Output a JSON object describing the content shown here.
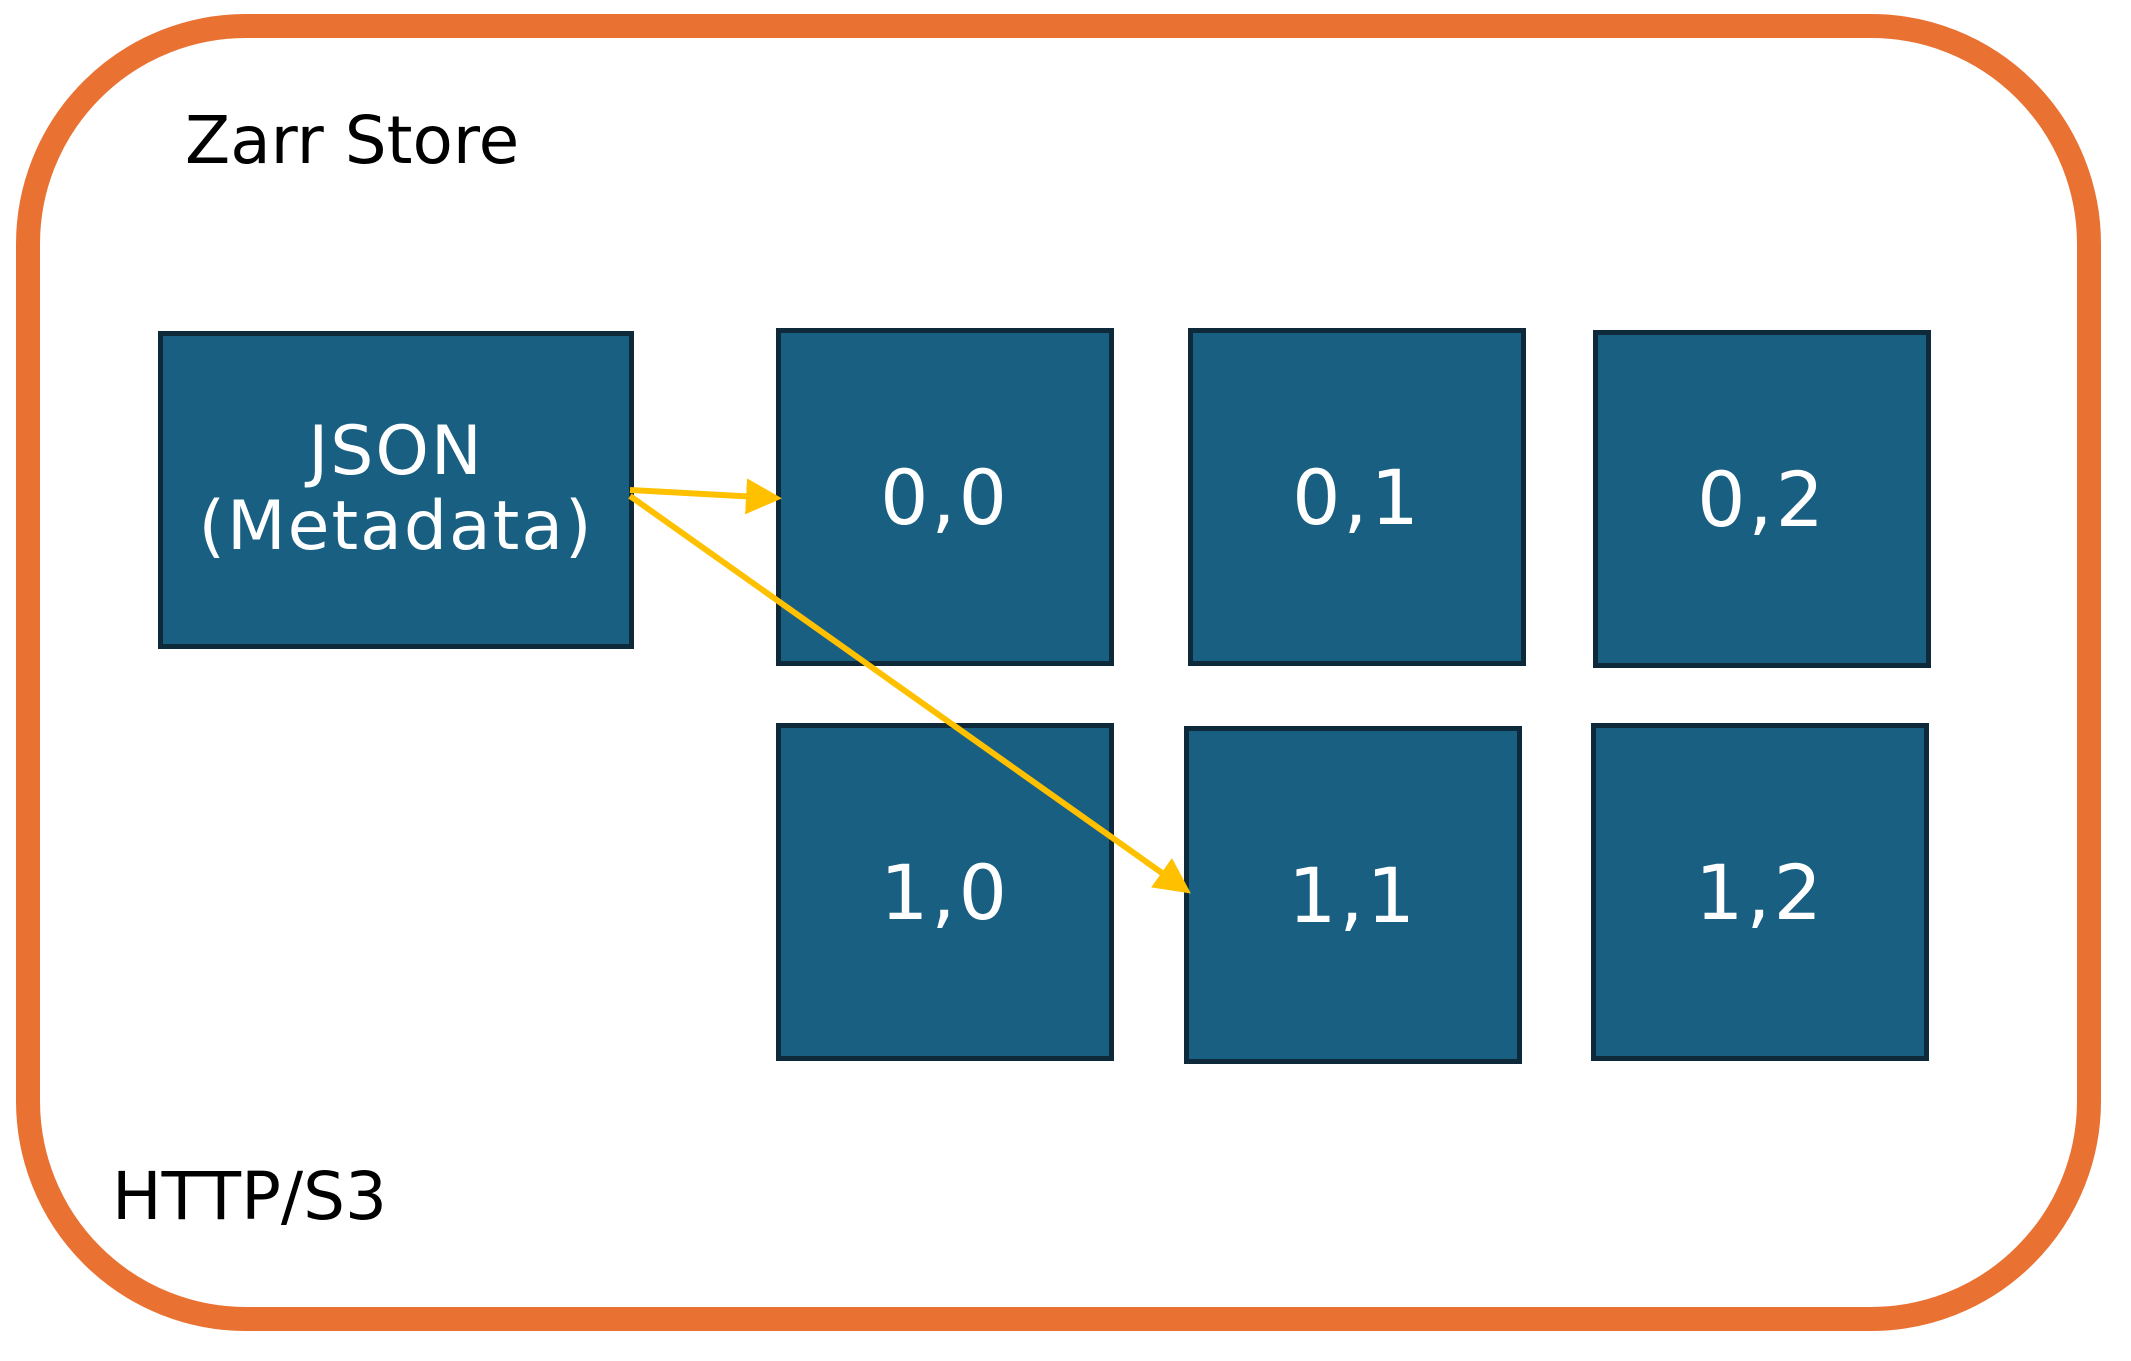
{
  "store": {
    "title": "Zarr Store",
    "protocol": "HTTP/S3",
    "frame_color": "#E97132"
  },
  "metadata_block": {
    "line1": "JSON",
    "line2": "(Metadata)",
    "color": "#185F82"
  },
  "chunks": [
    {
      "label": "0,0"
    },
    {
      "label": "0,1"
    },
    {
      "label": "0,2"
    },
    {
      "label": "1,0"
    },
    {
      "label": "1,1"
    },
    {
      "label": "1,2"
    }
  ],
  "arrows": {
    "color": "#FFC000",
    "links": [
      {
        "from": "metadata",
        "to": "0,0"
      },
      {
        "from": "metadata",
        "to": "1,1"
      }
    ]
  }
}
